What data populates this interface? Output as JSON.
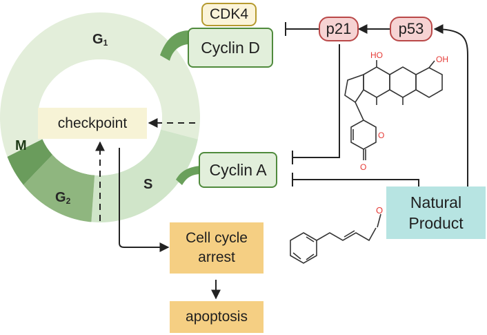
{
  "cycle": {
    "phases": {
      "g1": "G",
      "g1_sub": "1",
      "s": "S",
      "g2": "G",
      "g2_sub": "2",
      "m": "M"
    },
    "checkpoint": "checkpoint"
  },
  "proteins": {
    "cdk4": "CDK4",
    "cyclin_d": "Cyclin D",
    "cyclin_a": "Cyclin A",
    "p21": "p21",
    "p53": "p53"
  },
  "outcomes": {
    "arrest_line1": "Cell cycle",
    "arrest_line2": "arrest",
    "apoptosis": "apoptosis"
  },
  "natural_product": {
    "line1": "Natural",
    "line2": "Product"
  },
  "molecule": {
    "oh_label": "OH",
    "ho_label": "HO",
    "o_label": "O"
  },
  "colors": {
    "g1": "#e3eeda",
    "s": "#d0e5c9",
    "g2": "#8fb67f",
    "m": "#6a9c5c",
    "inhibitor_line": "#333333",
    "oxygen": "#e53935"
  }
}
